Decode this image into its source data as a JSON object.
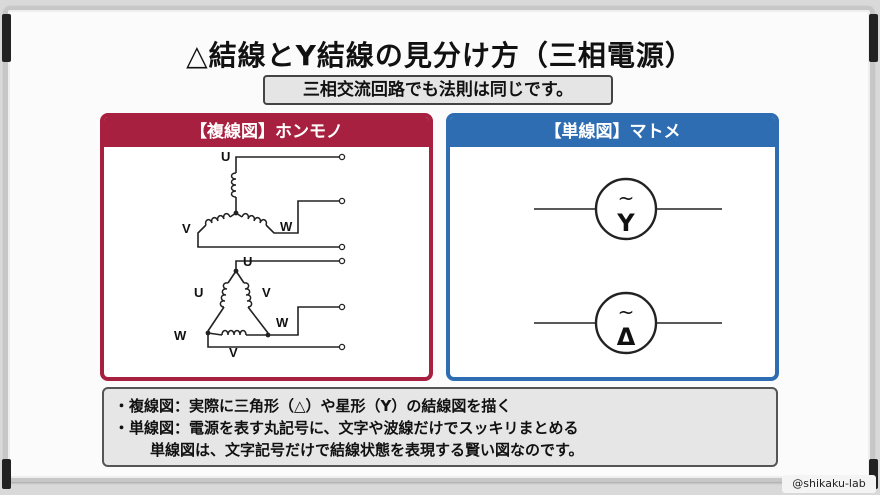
{
  "title": "△結線とY結線の見分け方（三相電源）",
  "subtitle": "三相交流回路でも法則は同じです。",
  "left_panel": {
    "header": "【複線図】ホンモノ",
    "star": {
      "u": "U",
      "v": "V",
      "w": "W"
    },
    "delta": {
      "u_top": "U",
      "u_left": "U",
      "v_right": "V",
      "w_right": "W",
      "w_left": "W",
      "v_bottom": "V"
    }
  },
  "right_panel": {
    "header": "【単線図】マトメ",
    "symbol_top": {
      "wave": "~",
      "letter": "Y"
    },
    "symbol_bottom": {
      "wave": "~",
      "letter": "Δ"
    }
  },
  "notes": {
    "line1": "・複線図：実際に三角形（△）や星形（Y）の結線図を描く",
    "line2": "・単線図：電源を表す丸記号に、文字や波線だけでスッキリまとめる",
    "line3": "単線図は、文字記号だけで結線状態を表現する賢い図なのです。"
  },
  "watermark": "@shikaku-lab",
  "colors": {
    "left_accent": "#a8203f",
    "right_accent": "#2f6db3"
  }
}
